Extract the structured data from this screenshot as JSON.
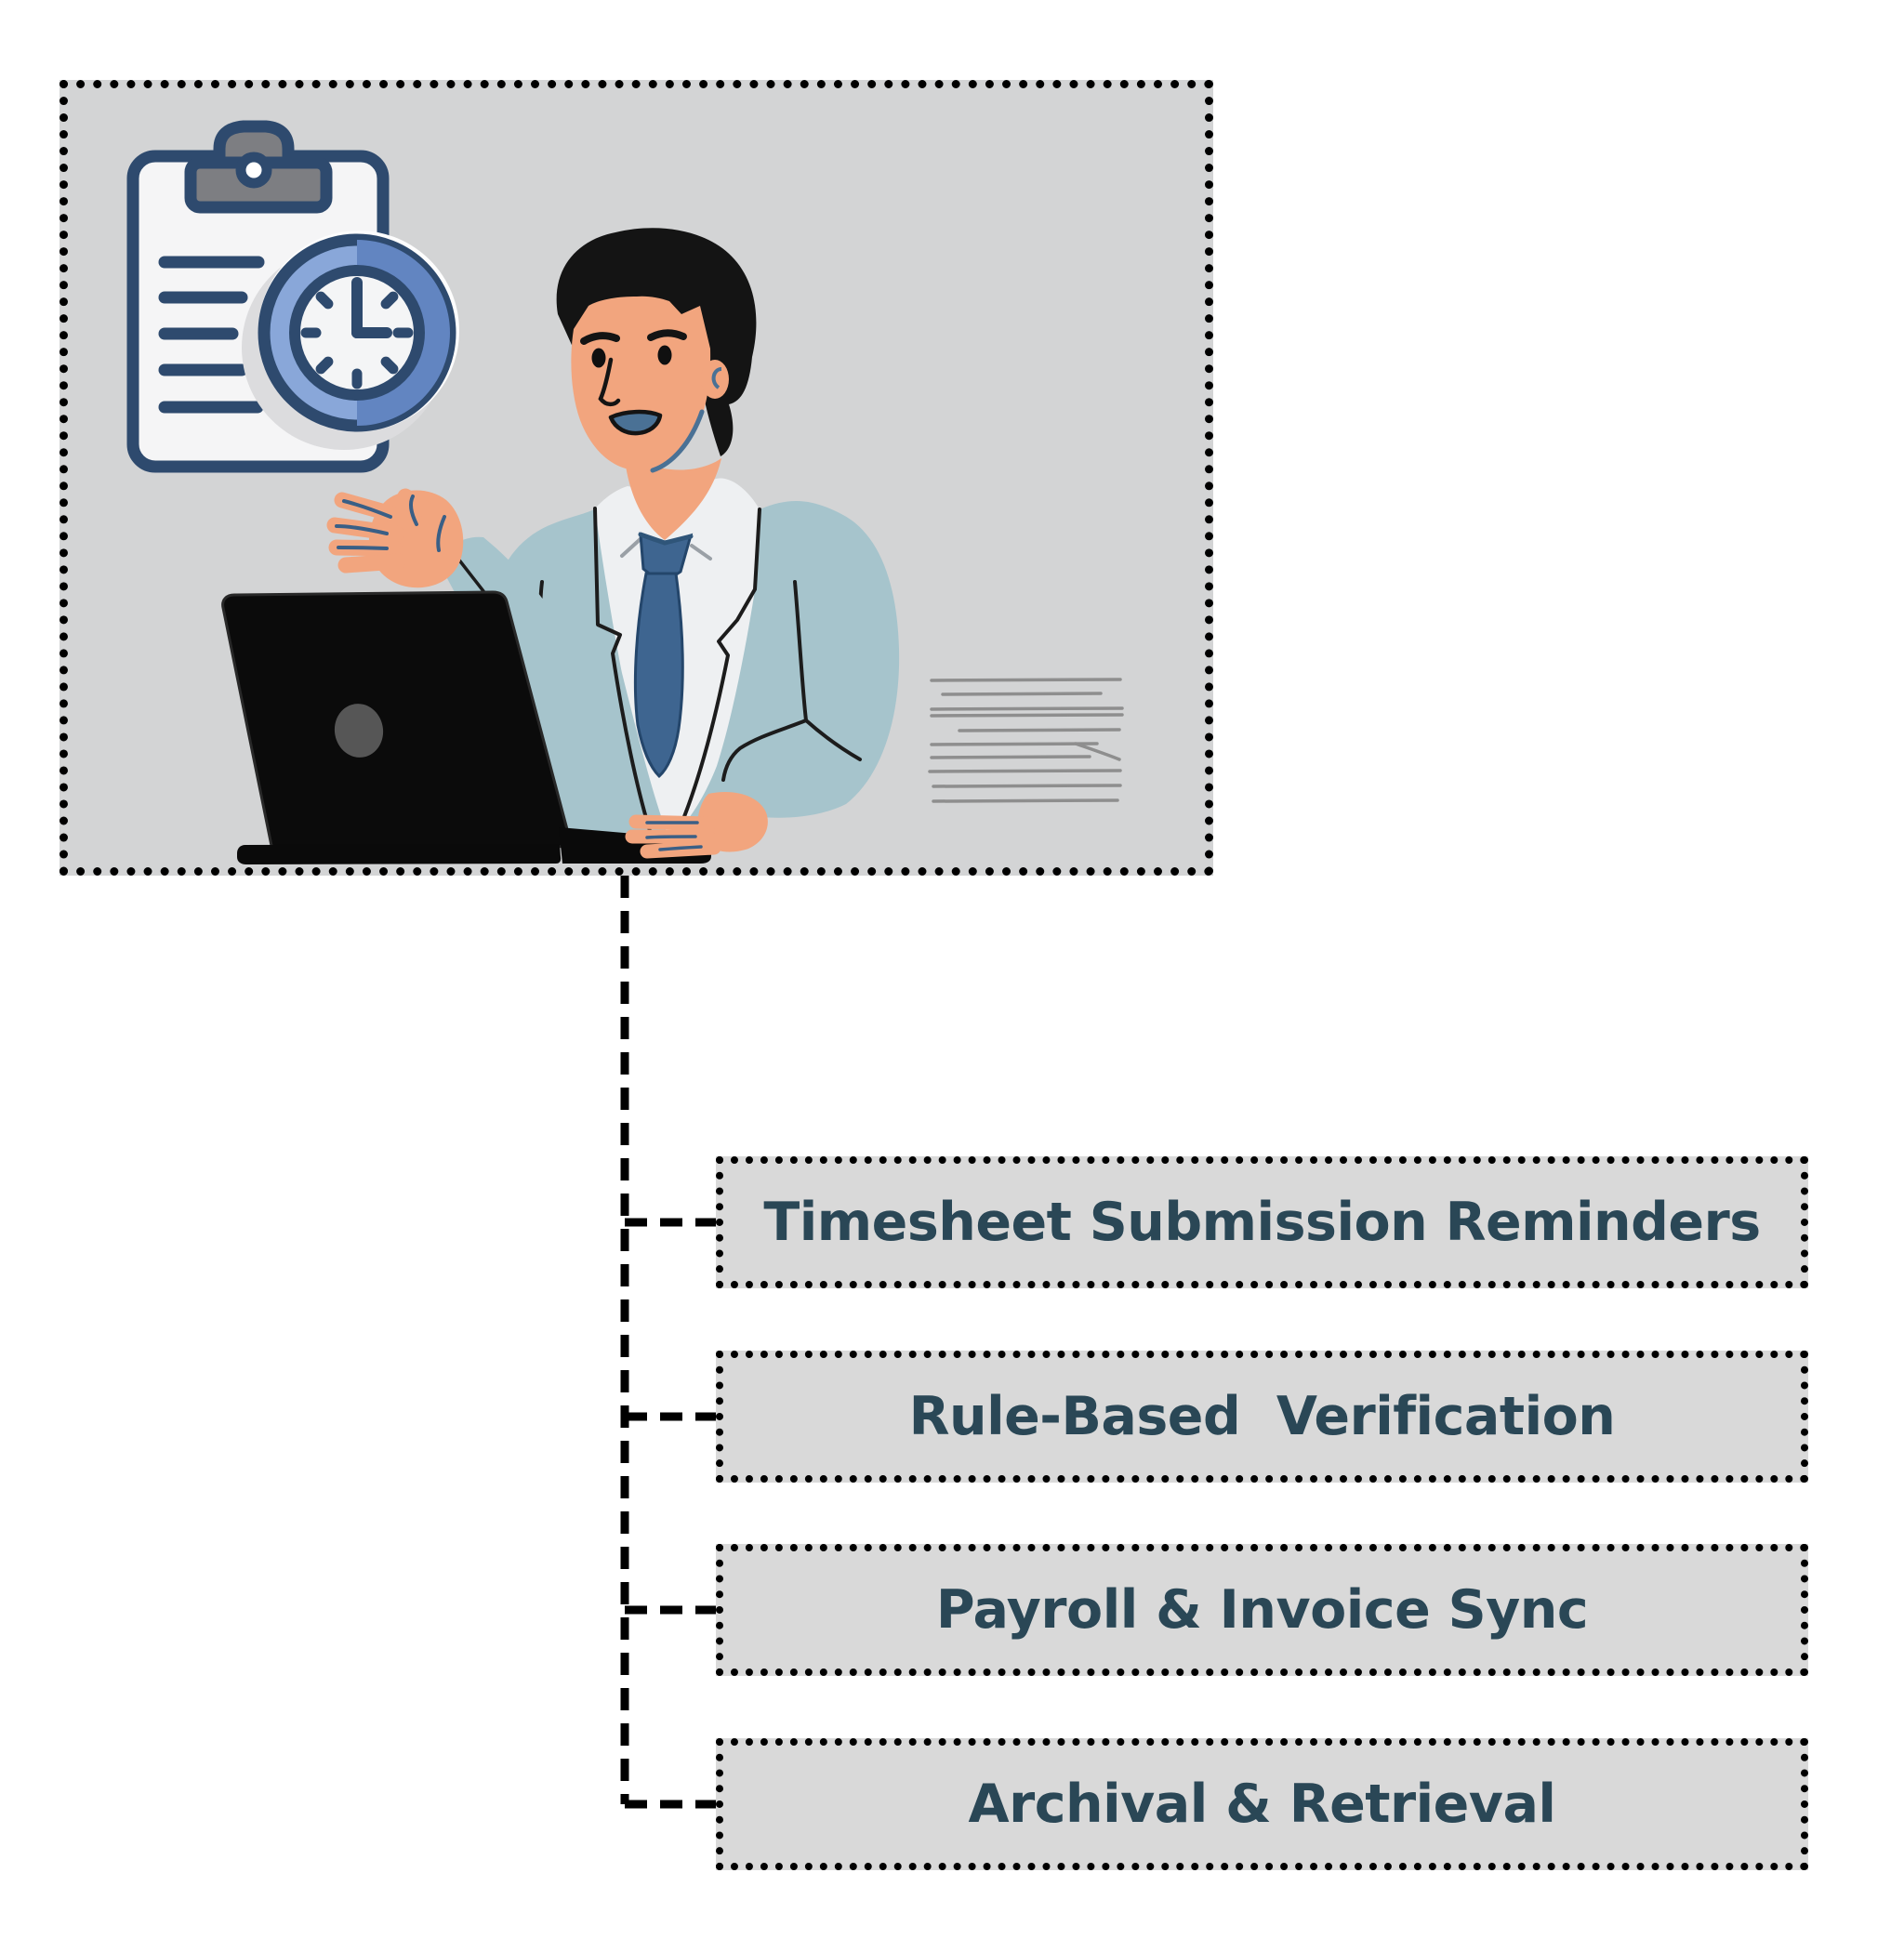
{
  "page": {
    "background": "#ffffff",
    "type": "process-infographic"
  },
  "hero": {
    "name": "timesheet-automation-illustration",
    "background": "#d3d4d5",
    "border_color": "#000000",
    "icons": [
      "clipboard-icon",
      "clock-icon",
      "person-presenting-illustration",
      "laptop-icon",
      "document-lines-doodle"
    ],
    "colors": {
      "clipboard_outline": "#2e4a6e",
      "clipboard_paper": "#f5f5f6",
      "clip_gray": "#7d7e82",
      "clock_ring_light": "#89a7d9",
      "clock_ring_dark": "#6285c1",
      "suit": "#a6c4cc",
      "skin": "#f2a57e",
      "hair": "#141414",
      "tie": "#3e6590",
      "shirt": "#eef0f2",
      "mouth_blue": "#4a7195",
      "laptop_black": "#0b0b0b",
      "doodle_gray": "#8e8e8e"
    }
  },
  "flow": {
    "connector_color": "#000000",
    "box_background": "#d9d9d9",
    "box_border_color": "#000000",
    "label_color": "#2a4756",
    "items": [
      {
        "label": "Timesheet Submission Reminders"
      },
      {
        "label": "Rule-Based  Verification"
      },
      {
        "label": "Payroll & Invoice Sync"
      },
      {
        "label": "Archival & Retrieval"
      }
    ]
  }
}
